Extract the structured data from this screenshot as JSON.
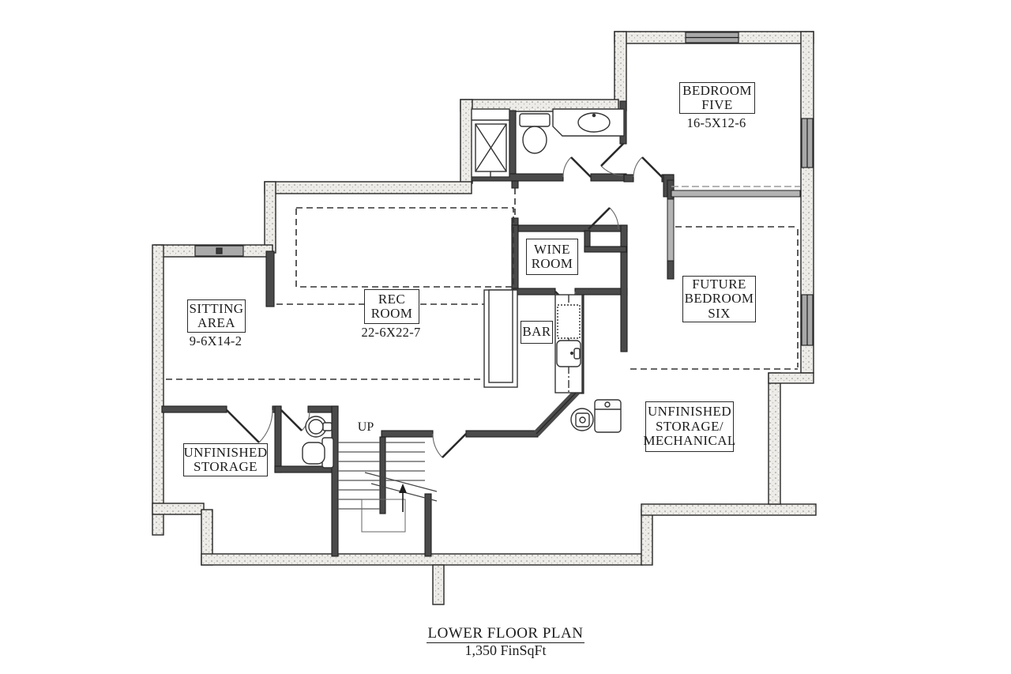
{
  "title": {
    "name": "LOWER FLOOR PLAN",
    "area": "1,350 FinSqFt"
  },
  "rooms": {
    "bedroom_five": {
      "label": "BEDROOM\nFIVE",
      "dims": "16-5X12-6"
    },
    "sitting_area": {
      "label": "SITTING\nAREA",
      "dims": "9-6X14-2"
    },
    "rec_room": {
      "label": "REC\nROOM",
      "dims": "22-6X22-7"
    },
    "wine_room": {
      "label": "WINE\nROOM"
    },
    "bar": {
      "label": "BAR"
    },
    "future_bedroom_six": {
      "label": "FUTURE\nBEDROOM\nSIX"
    },
    "unfinished_storage": {
      "label": "UNFINISHED\nSTORAGE"
    },
    "unfinished_storage_mechanical": {
      "label": "UNFINISHED\nSTORAGE/\nMECHANICAL"
    },
    "stairs": {
      "label": "UP"
    }
  },
  "colors": {
    "ink": "#1c1c1c",
    "interior_wall": "#4a4a4a",
    "concrete_wall_fill": "#edecе8",
    "window_glass": "#9a9a9a",
    "background": "#ffffff"
  }
}
